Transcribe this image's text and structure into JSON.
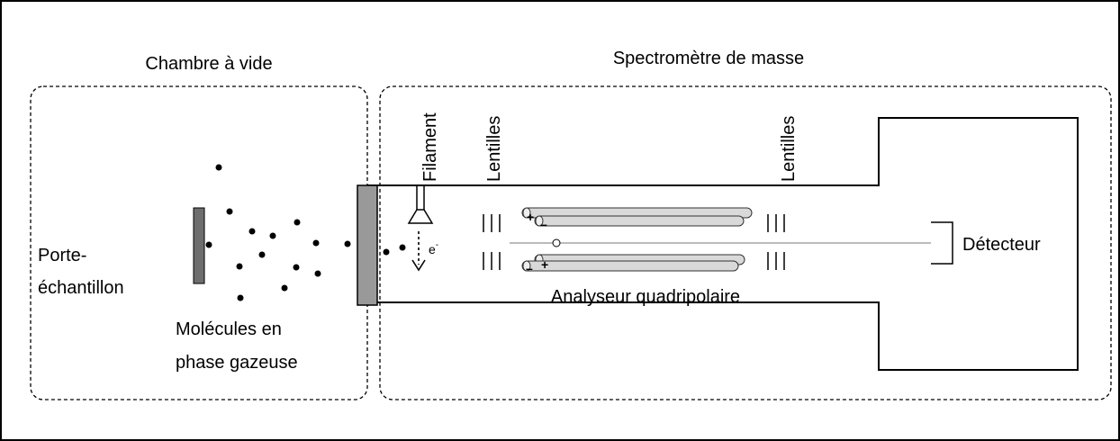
{
  "regions": {
    "vacuum_chamber_title": "Chambre à vide",
    "mass_spectrometer_title": "Spectromètre de masse"
  },
  "labels": {
    "sample_holder_line1": "Porte-",
    "sample_holder_line2": "échantillon",
    "gas_molecules_line1": "Molécules en",
    "gas_molecules_line2": "phase gazeuse",
    "filament": "Filament",
    "lenses_left": "Lentilles",
    "lenses_right": "Lentilles",
    "electron": "e",
    "electron_charge": "-",
    "quadrupole_analyzer": "Analyseur quadripolaire",
    "detector": "Détecteur"
  },
  "rod_signs": {
    "upper_pair": [
      "+",
      "–"
    ],
    "lower_pair": [
      "–",
      "+"
    ]
  },
  "colors": {
    "line": "#000000",
    "sample_plate": "#6e6e6e",
    "aperture_plate": "#999999",
    "rod_fill": "#d9d9d9",
    "rod_stroke": "#333333",
    "beam": "#777777"
  }
}
